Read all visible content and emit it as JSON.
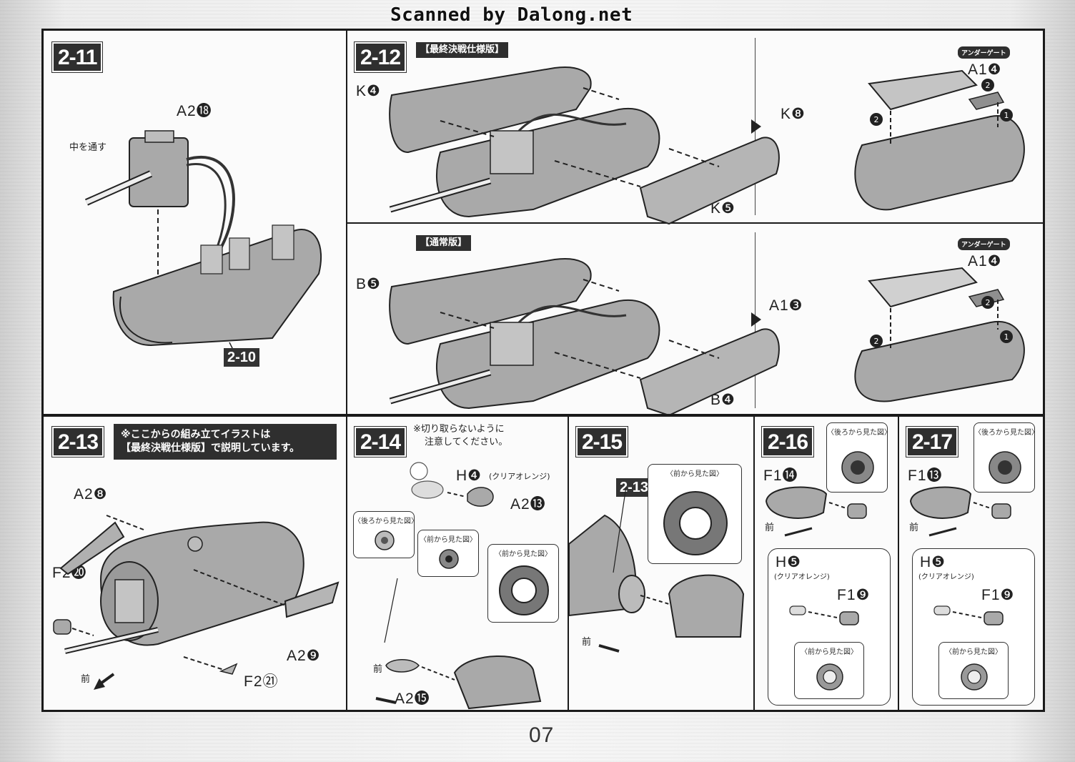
{
  "watermark": "Scanned by Dalong.net",
  "page_number": "07",
  "steps": {
    "s2_11": {
      "badge": "2-11",
      "labels": {
        "a2_18": "A2⓲",
        "through": "中を通す",
        "ref": "2-10"
      }
    },
    "s2_12": {
      "badge": "2-12",
      "final": {
        "tag": "【最終決戦仕様版】",
        "k4": "K❹",
        "k5": "K❺",
        "k8": "K❽",
        "a1_4": "A1❹",
        "under_gate": "アンダーゲート"
      },
      "normal": {
        "tag": "【通常版】",
        "b5": "B❺",
        "b4": "B❹",
        "a1_3": "A1❸",
        "a1_4": "A1❹",
        "under_gate": "アンダーゲート"
      }
    },
    "s2_13": {
      "badge": "2-13",
      "note_line1": "※ここからの組み立てイラストは",
      "note_line2": "【最終決戦仕様版】で説明しています。",
      "a2_8": "A2❽",
      "f2_20": "F2⓴",
      "a2_9": "A2❾",
      "f2_21": "F2㉑",
      "front": "前"
    },
    "s2_14": {
      "badge": "2-14",
      "caution_line1": "※切り取らないように",
      "caution_line2": "注意してください。",
      "h4": "H❹",
      "h4_note": "(クリアオレンジ)",
      "a2_13": "A2⓭",
      "a2_15": "A2⓯",
      "rear_view": "〈後ろから見た図〉",
      "front_view": "〈前から見た図〉",
      "front_view2": "〈前から見た図〉",
      "front": "前"
    },
    "s2_15": {
      "badge": "2-15",
      "ref": "2-13",
      "front_view": "〈前から見た図〉",
      "front": "前"
    },
    "s2_16": {
      "badge": "2-16",
      "rear_view": "〈後ろから見た図〉",
      "f1_14": "F1⓮",
      "front": "前",
      "h5": "H❺",
      "h5_note": "(クリアオレンジ)",
      "f1_9": "F1❾",
      "front_view": "〈前から見た図〉"
    },
    "s2_17": {
      "badge": "2-17",
      "rear_view": "〈後ろから見た図〉",
      "f1_13": "F1⓭",
      "front": "前",
      "h5": "H❺",
      "h5_note": "(クリアオレンジ)",
      "f1_9": "F1❾",
      "front_view": "〈前から見た図〉"
    }
  },
  "colors": {
    "part_fill": "#a9a9a9",
    "part_dark": "#6f6f6f",
    "ink": "#1a1a1a"
  }
}
